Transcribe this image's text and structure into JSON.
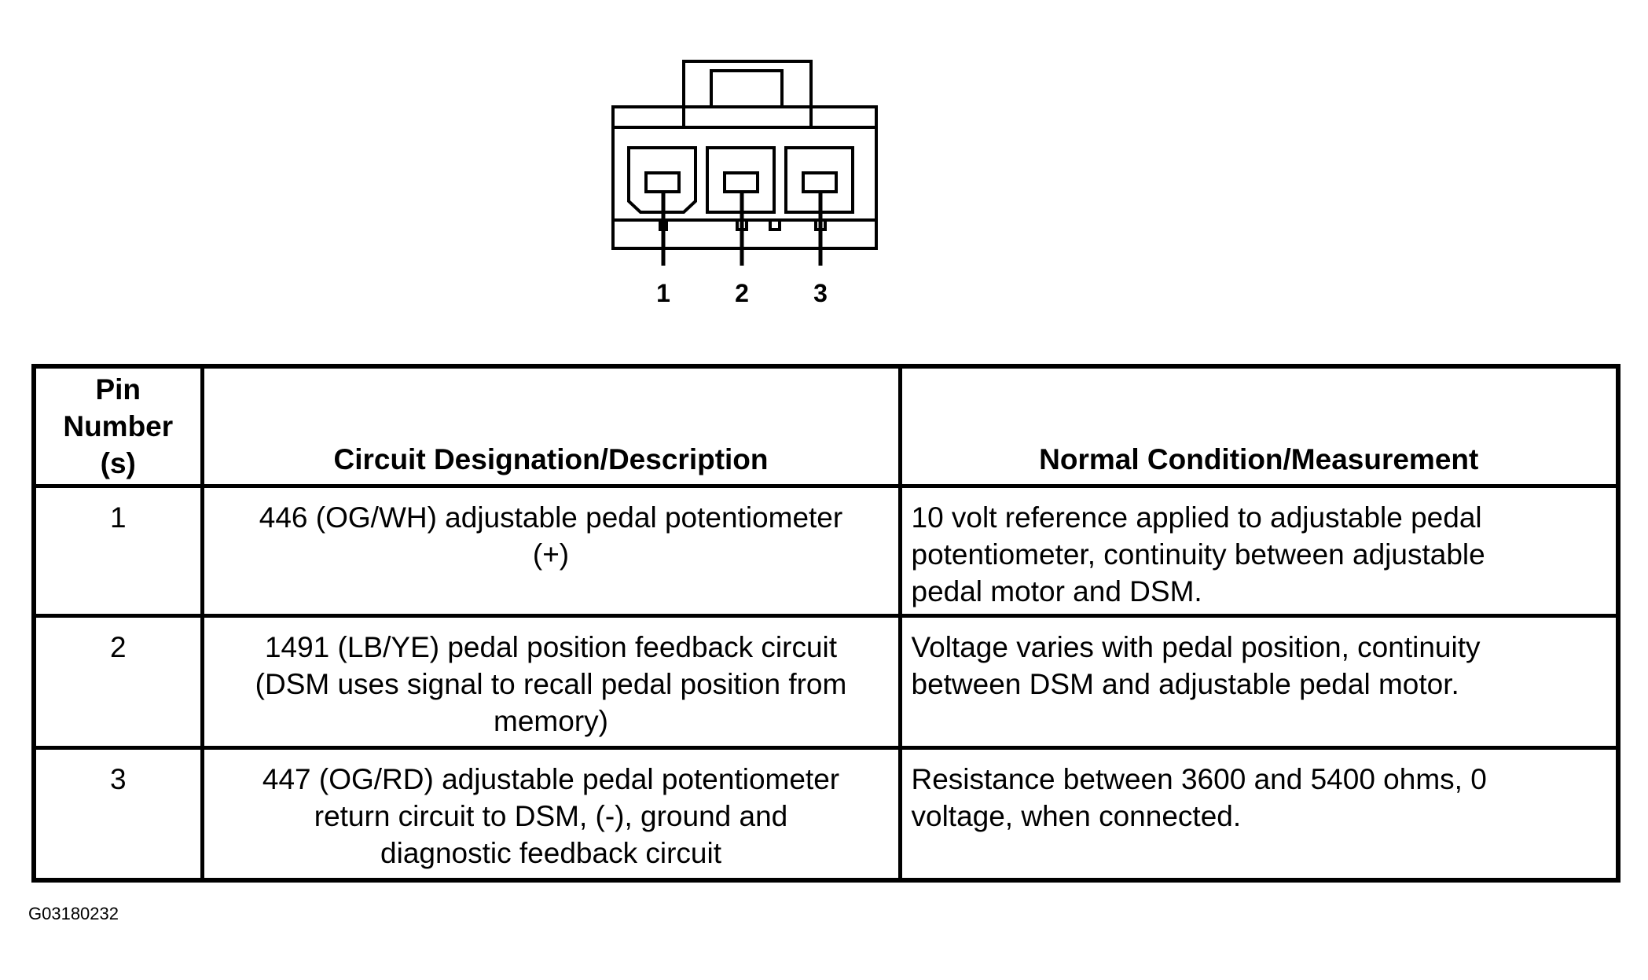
{
  "connector": {
    "pin_labels": [
      "1",
      "2",
      "3"
    ]
  },
  "table": {
    "headers": {
      "pin": "Pin Number (s)",
      "pin_lines": [
        "Pin",
        "Number",
        "(s)"
      ],
      "circuit": "Circuit Designation/Description",
      "measurement": "Normal Condition/Measurement"
    },
    "rows": [
      {
        "pin": "1",
        "circuit": "446 (OG/WH) adjustable pedal potentiometer (+)",
        "circuit_lines": [
          "446 (OG/WH) adjustable pedal potentiometer",
          "(+)"
        ],
        "measurement": "10 volt reference applied to adjustable pedal potentiometer, continuity between adjustable pedal motor and DSM.",
        "measurement_lines": [
          "10 volt reference applied to adjustable pedal",
          "potentiometer, continuity between adjustable",
          "pedal motor and DSM."
        ]
      },
      {
        "pin": "2",
        "circuit": "1491 (LB/YE) pedal position feedback circuit (DSM uses signal to recall pedal position from memory)",
        "circuit_lines": [
          "1491 (LB/YE) pedal position feedback circuit",
          "(DSM uses signal to recall pedal position from",
          "memory)"
        ],
        "measurement": "Voltage varies with pedal position, continuity between DSM and adjustable pedal motor.",
        "measurement_lines": [
          "Voltage varies with pedal position, continuity",
          "between DSM and adjustable pedal motor."
        ]
      },
      {
        "pin": "3",
        "circuit": "447 (OG/RD) adjustable pedal potentiometer return circuit to DSM, (-), ground and diagnostic feedback circuit",
        "circuit_lines": [
          "447 (OG/RD) adjustable pedal potentiometer",
          "return circuit to DSM, (-), ground and",
          "diagnostic feedback circuit"
        ],
        "measurement": "Resistance between 3600 and 5400 ohms, 0 voltage, when connected.",
        "measurement_lines": [
          "Resistance between 3600 and 5400 ohms, 0",
          "voltage, when connected."
        ]
      }
    ]
  },
  "figure_id": "G03180232"
}
